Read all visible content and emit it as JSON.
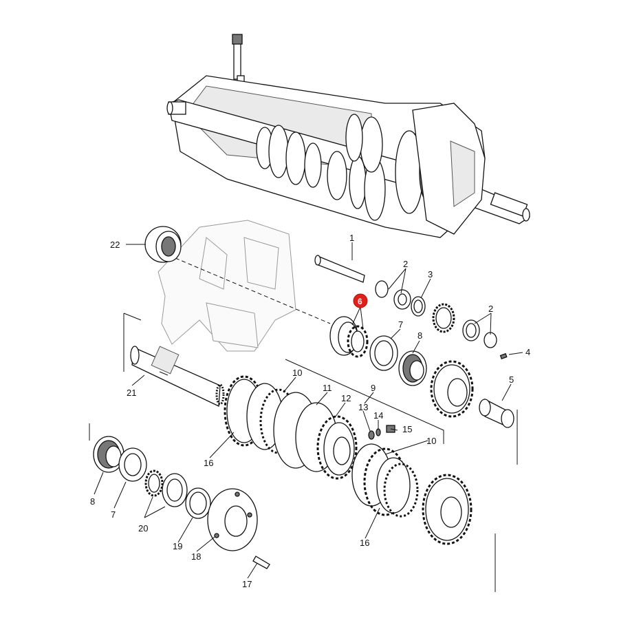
{
  "callouts": [
    {
      "id": "c1",
      "label": "1"
    },
    {
      "id": "c2a",
      "label": "2"
    },
    {
      "id": "c2b",
      "label": "2"
    },
    {
      "id": "c3",
      "label": "3"
    },
    {
      "id": "c4",
      "label": "4"
    },
    {
      "id": "c5",
      "label": "5"
    },
    {
      "id": "c6",
      "label": "6",
      "highlighted": true
    },
    {
      "id": "c7a",
      "label": "7"
    },
    {
      "id": "c7b",
      "label": "7"
    },
    {
      "id": "c8a",
      "label": "8"
    },
    {
      "id": "c8b",
      "label": "8"
    },
    {
      "id": "c9",
      "label": "9"
    },
    {
      "id": "c10a",
      "label": "10"
    },
    {
      "id": "c10b",
      "label": "10"
    },
    {
      "id": "c11",
      "label": "11"
    },
    {
      "id": "c12",
      "label": "12"
    },
    {
      "id": "c13",
      "label": "13"
    },
    {
      "id": "c14",
      "label": "14"
    },
    {
      "id": "c15",
      "label": "15"
    },
    {
      "id": "c16a",
      "label": "16"
    },
    {
      "id": "c16b",
      "label": "16"
    },
    {
      "id": "c17",
      "label": "17"
    },
    {
      "id": "c18",
      "label": "18"
    },
    {
      "id": "c19",
      "label": "19"
    },
    {
      "id": "c20",
      "label": "20"
    },
    {
      "id": "c21",
      "label": "21"
    },
    {
      "id": "c22",
      "label": "22"
    }
  ],
  "colors": {
    "highlight": "#e0201a",
    "ink": "#111111",
    "background": "#ffffff"
  }
}
